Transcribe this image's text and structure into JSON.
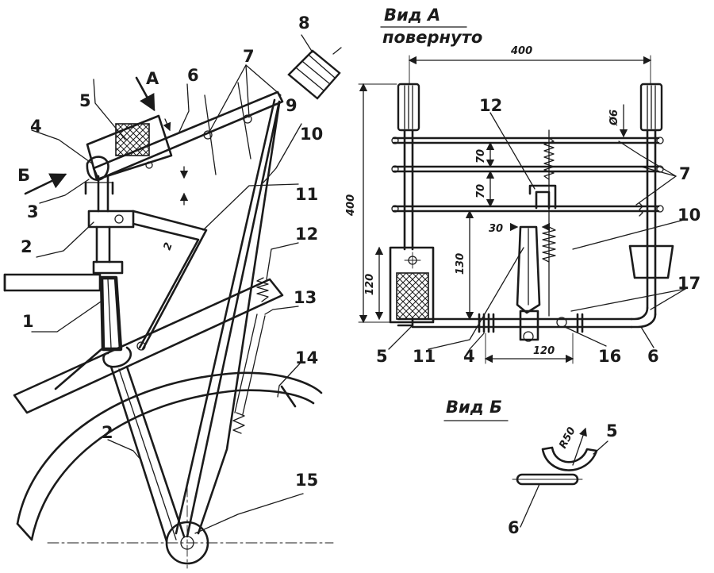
{
  "diagram": {
    "views": {
      "view_a_title": "Вид А",
      "view_a_subtitle": "повернуто",
      "view_b_title": "Вид Б"
    },
    "arrows": {
      "arrow_a": "А",
      "arrow_b": "Б"
    },
    "side_view_labels": {
      "l1": "1",
      "l2_upper": "2",
      "l2_lower": "2",
      "l3": "3",
      "l4": "4",
      "l5": "5",
      "l6": "6",
      "l7": "7",
      "l8": "8",
      "l9": "9",
      "l10": "10",
      "l11": "11",
      "l12": "12",
      "l13": "13",
      "l14": "14",
      "l15": "15",
      "small_2": "2"
    },
    "view_a_labels": {
      "l12": "12",
      "l7": "7",
      "l10": "10",
      "l5": "5",
      "l11": "11",
      "l4": "4",
      "l16": "16",
      "l6": "6",
      "l17": "17"
    },
    "view_b_labels": {
      "l5": "5",
      "l6": "6"
    },
    "dimensions": {
      "width_400": "400",
      "height_400": "400",
      "rod_diameter": "Ø6",
      "spacing_70_a": "70",
      "spacing_70_b": "70",
      "height_130": "130",
      "offset_30": "30",
      "height_120": "120",
      "width_120": "120",
      "radius_50": "R50"
    }
  },
  "colors": {
    "ink": "#1b1b1b",
    "paper": "#ffffff"
  }
}
